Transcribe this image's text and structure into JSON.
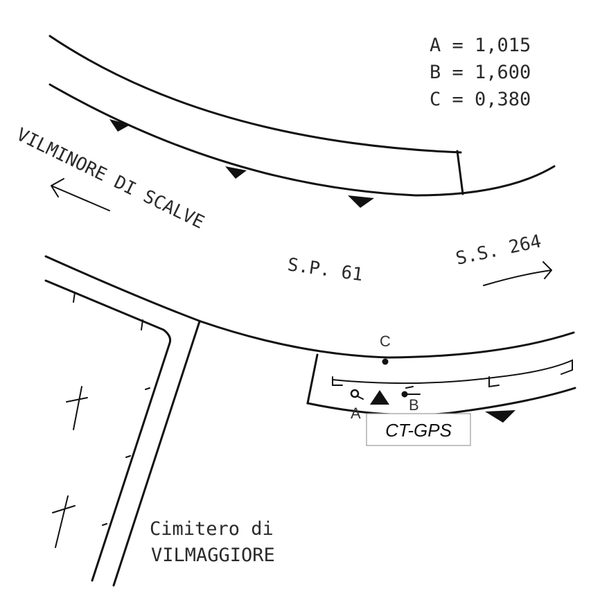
{
  "legend": {
    "a": "A = 1,015",
    "b": "B = 1,600",
    "c": "C = 0,380"
  },
  "labels": {
    "vilminore": "VILMINORE DI SCALVE",
    "sp61": "S.P. 61",
    "ss264": "S.S. 264",
    "cimitero_line1": "Cimitero di",
    "cimitero_line2": "VILMAGGIORE",
    "point_a": "A",
    "point_b": "B",
    "point_c": "C",
    "station": "CT-GPS"
  },
  "colors": {
    "ink": "#111111",
    "text": "#2a2a2a",
    "station_box_border": "#9a9a9a"
  }
}
